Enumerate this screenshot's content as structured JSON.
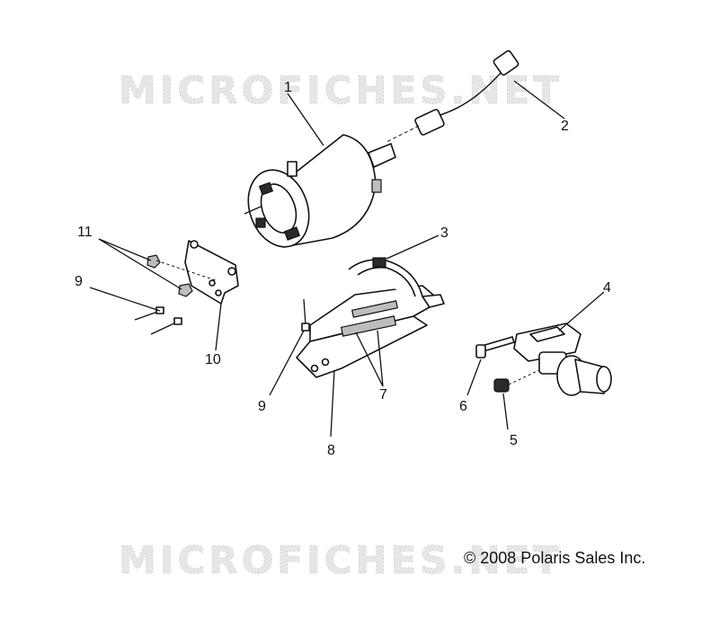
{
  "watermark": {
    "text": "MICROFICHES.NET"
  },
  "copyright": {
    "text": "© 2008 Polaris Sales Inc."
  },
  "callouts": [
    "1",
    "2",
    "3",
    "4",
    "5",
    "6",
    "7",
    "8",
    "9",
    "9",
    "10",
    "11"
  ],
  "colors": {
    "ink": "#111111",
    "watermark": "#e6e6e6",
    "background": "#ffffff"
  }
}
